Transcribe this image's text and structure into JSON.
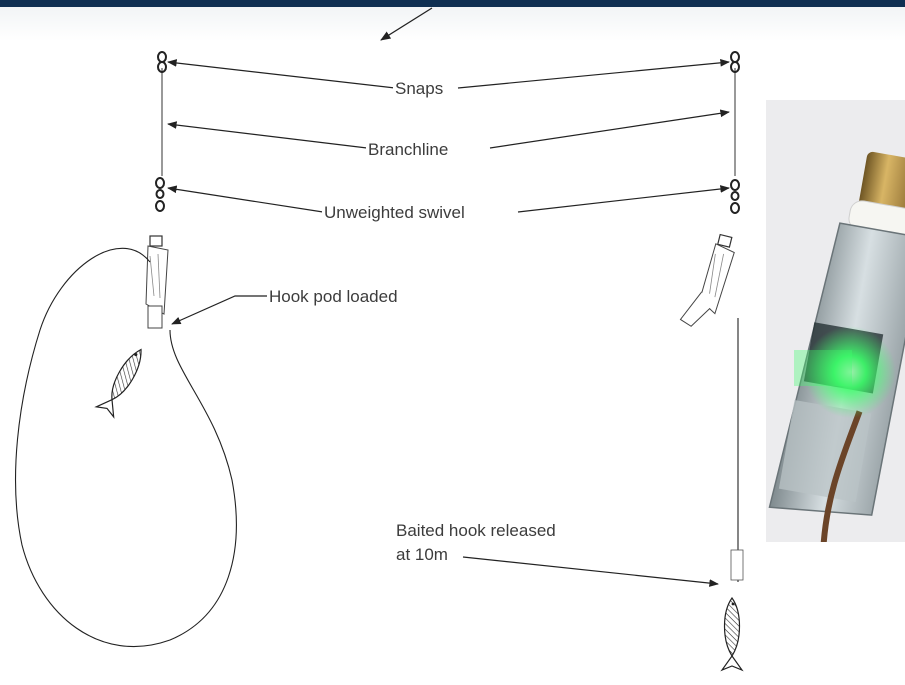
{
  "labels": {
    "snaps": "Snaps",
    "branchline": "Branchline",
    "unweighted_swivel": "Unweighted swivel",
    "hook_pod_loaded": "Hook pod loaded",
    "baited_hook_line1": "Baited hook released",
    "baited_hook_line2": "at 10m"
  },
  "colors": {
    "header_bar": "#0f2f52",
    "line": "#333333",
    "led_green": "#3cff6a",
    "brass": "#b08a3e"
  },
  "icons": [
    "snap-icon",
    "swivel-icon",
    "hook-pod-icon",
    "fish-icon",
    "hook-pod-device-photo"
  ]
}
